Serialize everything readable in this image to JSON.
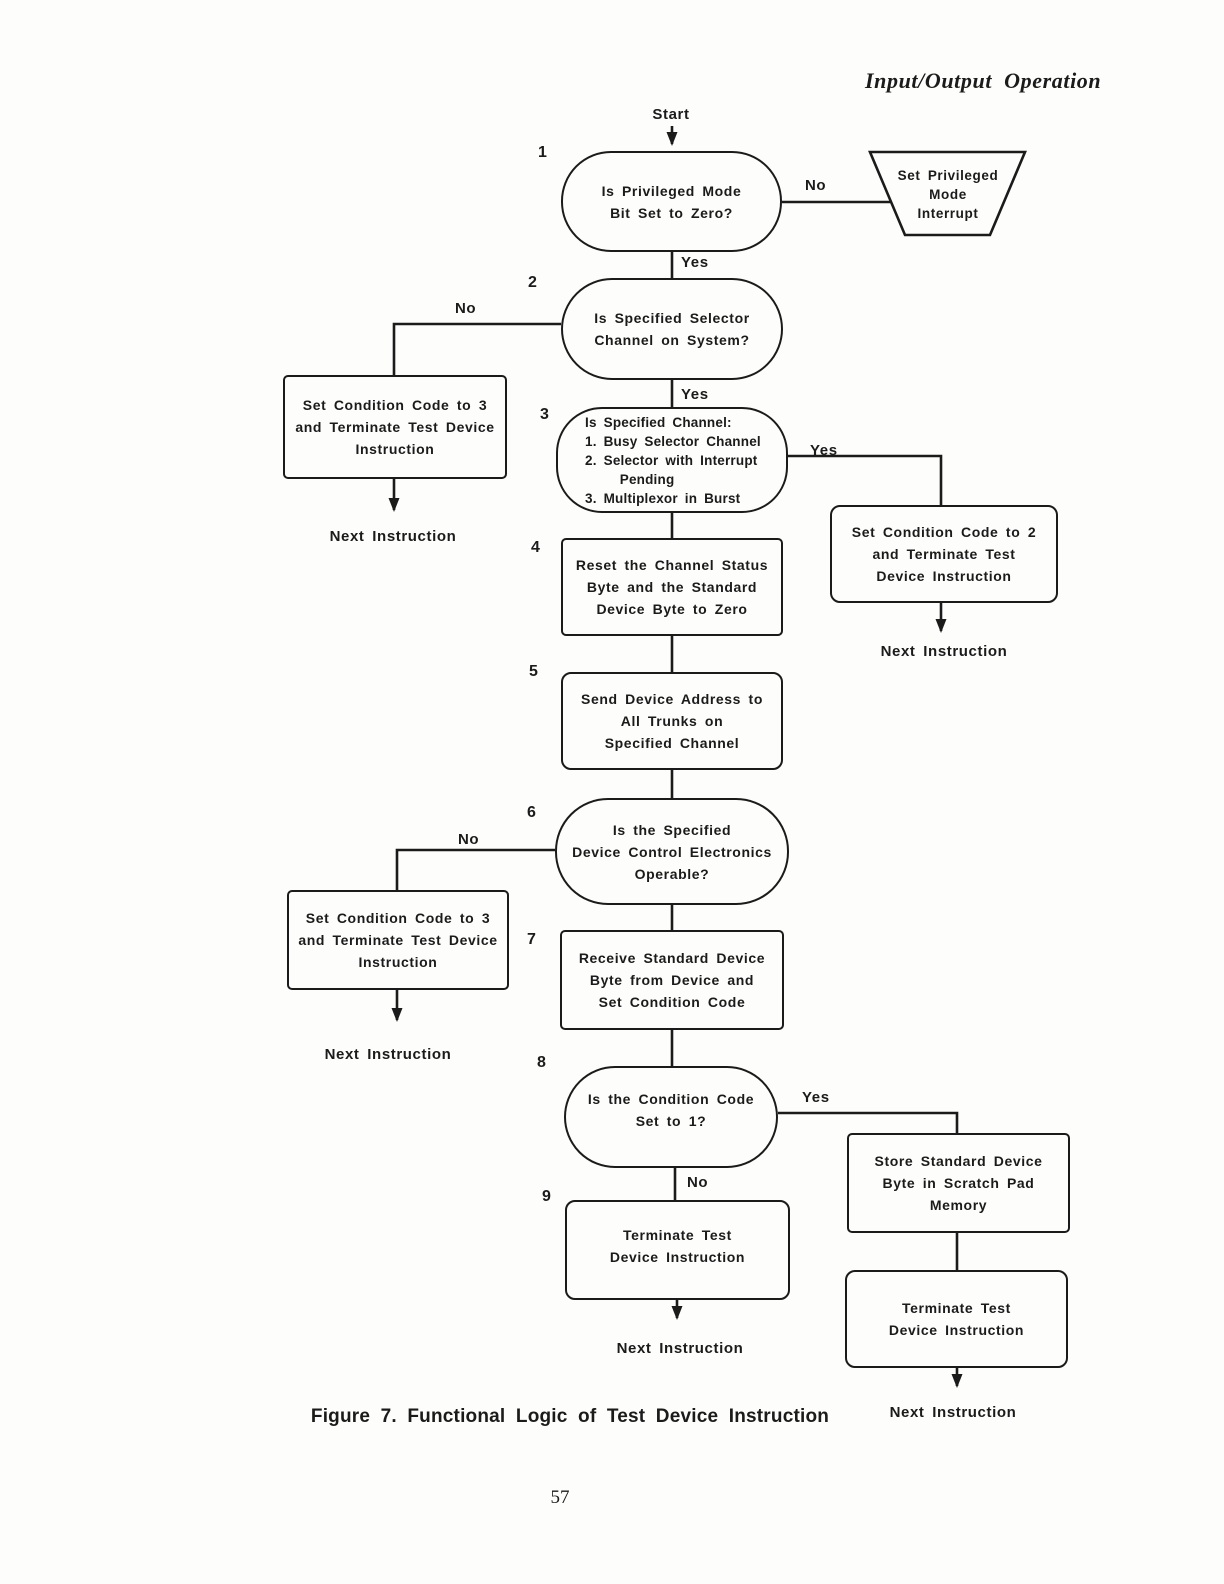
{
  "page": {
    "header": "Input/Output Operation",
    "caption": "Figure 7. Functional Logic of Test Device Instruction",
    "page_number": "57"
  },
  "colors": {
    "ink": "#1b1b1b",
    "paper": "#fdfdfb"
  },
  "labels": {
    "start": "Start",
    "yes": "Yes",
    "no": "No",
    "next_instruction": "Next Instruction"
  },
  "nodes": {
    "n1": {
      "num": "1",
      "text": "Is Privileged Mode\nBit Set to Zero?"
    },
    "interrupt": {
      "text": "Set Privileged\nMode\nInterrupt"
    },
    "n2": {
      "num": "2",
      "text": "Is Specified Selector\nChannel on System?"
    },
    "cc3a": {
      "text": "Set Condition Code to 3\nand Terminate Test Device\nInstruction"
    },
    "n3": {
      "num": "3",
      "text": "Is Specified Channel:\n1. Busy Selector Channel\n2. Selector with Interrupt\n     Pending\n3. Multiplexor in Burst"
    },
    "cc2": {
      "text": "Set Condition Code to 2\nand Terminate Test\nDevice Instruction"
    },
    "n4": {
      "num": "4",
      "text": "Reset the Channel Status\nByte and the Standard\nDevice Byte to Zero"
    },
    "n5": {
      "num": "5",
      "text": "Send Device Address to\nAll Trunks on\nSpecified Channel"
    },
    "n6": {
      "num": "6",
      "text": "Is the Specified\nDevice Control Electronics\nOperable?"
    },
    "cc3b": {
      "text": "Set Condition Code to 3\nand Terminate Test Device\nInstruction"
    },
    "n7": {
      "num": "7",
      "text": "Receive Standard Device\nByte from Device and\nSet Condition Code"
    },
    "n8": {
      "num": "8",
      "text": "Is the Condition Code\nSet to 1?"
    },
    "store": {
      "text": "Store Standard Device\nByte in Scratch Pad\nMemory"
    },
    "n9": {
      "num": "9",
      "text": "Terminate Test\nDevice Instruction"
    },
    "term_b": {
      "text": "Terminate Test\nDevice Instruction"
    }
  }
}
